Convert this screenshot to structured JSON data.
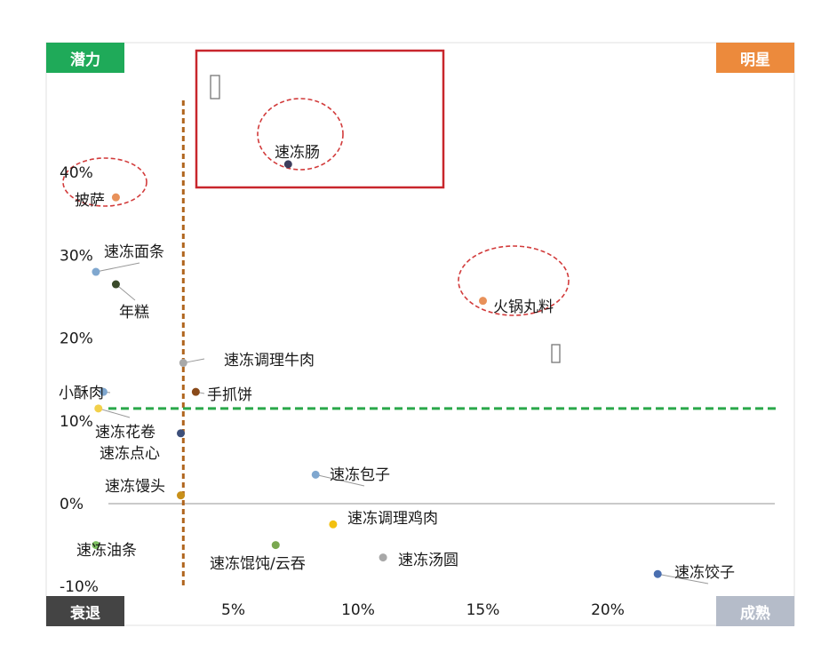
{
  "quadrants": {
    "top_left": {
      "label": "潜力",
      "color": "#1faa59"
    },
    "top_right": {
      "label": "明星",
      "color": "#ec8a3c"
    },
    "bottom_left": {
      "label": "衰退",
      "color": "#444444"
    },
    "bottom_right": {
      "label": "成熟",
      "color": "#b5bcc9"
    }
  },
  "chart_data": {
    "type": "scatter",
    "xlim": [
      -2,
      25
    ],
    "ylim": [
      -10,
      45
    ],
    "x_unit": "%",
    "y_unit": "%",
    "x_ticks": [
      {
        "value": 5,
        "label": "5%"
      },
      {
        "value": 10,
        "label": "10%"
      },
      {
        "value": 15,
        "label": "15%"
      },
      {
        "value": 20,
        "label": "20%"
      }
    ],
    "y_ticks": [
      {
        "value": 40,
        "label": "40%"
      },
      {
        "value": 30,
        "label": "30%"
      },
      {
        "value": 20,
        "label": "20%"
      },
      {
        "value": 10,
        "label": "10%"
      },
      {
        "value": 0,
        "label": "0%"
      },
      {
        "value": -10,
        "label": "-10%"
      }
    ],
    "reference_lines": {
      "vertical_x": 3.0,
      "horizontal_y": 11.5
    },
    "points": [
      {
        "label": "速冻肠",
        "x": 7.2,
        "y": 41.0,
        "color": "#3d3d5c",
        "highlight": true
      },
      {
        "label": "披萨",
        "x": 0.3,
        "y": 37.0,
        "color": "#e8915a",
        "highlight": true
      },
      {
        "label": "速冻面条",
        "x": -0.5,
        "y": 28.0,
        "color": "#7fa7cf",
        "highlight": false
      },
      {
        "label": "年糕",
        "x": 0.3,
        "y": 26.5,
        "color": "#3a4a2a",
        "highlight": false
      },
      {
        "label": "火锅丸料",
        "x": 15.0,
        "y": 24.5,
        "color": "#e8915a",
        "highlight": true
      },
      {
        "label": "速冻调理牛肉",
        "x": 3.0,
        "y": 17.0,
        "color": "#a8a8a8",
        "highlight": false
      },
      {
        "label": "小酥肉",
        "x": -0.2,
        "y": 13.5,
        "color": "#7fa7cf",
        "highlight": false
      },
      {
        "label": "手抓饼",
        "x": 3.5,
        "y": 13.5,
        "color": "#8a4a1a",
        "highlight": false
      },
      {
        "label": "速冻花卷",
        "x": -0.4,
        "y": 11.5,
        "color": "#f2d04a",
        "highlight": false
      },
      {
        "label": "速冻点心",
        "x": 2.9,
        "y": 8.5,
        "color": "#3d4f7a",
        "highlight": false
      },
      {
        "label": "速冻包子",
        "x": 8.3,
        "y": 3.5,
        "color": "#7fa7cf",
        "highlight": false
      },
      {
        "label": "速冻馒头",
        "x": 2.9,
        "y": 1.0,
        "color": "#c8901a",
        "highlight": false
      },
      {
        "label": "速冻调理鸡肉",
        "x": 9.0,
        "y": -2.5,
        "color": "#f2c010",
        "highlight": false
      },
      {
        "label": "速冻油条",
        "x": -0.5,
        "y": -5.0,
        "color": "#7cc060",
        "highlight": false
      },
      {
        "label": "速冻馄饨/云吞",
        "x": 6.7,
        "y": -5.0,
        "color": "#7aa850",
        "highlight": false
      },
      {
        "label": "速冻汤圆",
        "x": 11.0,
        "y": -6.5,
        "color": "#a8a8a8",
        "highlight": false
      },
      {
        "label": "速冻饺子",
        "x": 22.0,
        "y": -8.5,
        "color": "#4a6fb0",
        "highlight": false
      }
    ]
  },
  "colors": {
    "vertical_line": "#b0651e",
    "horizontal_line": "#2aa84a",
    "highlight_ellipse": "#d23b3b",
    "highlight_box": "#c8262c",
    "axis": "#aaaaaa",
    "text": "#1a1a1a"
  }
}
